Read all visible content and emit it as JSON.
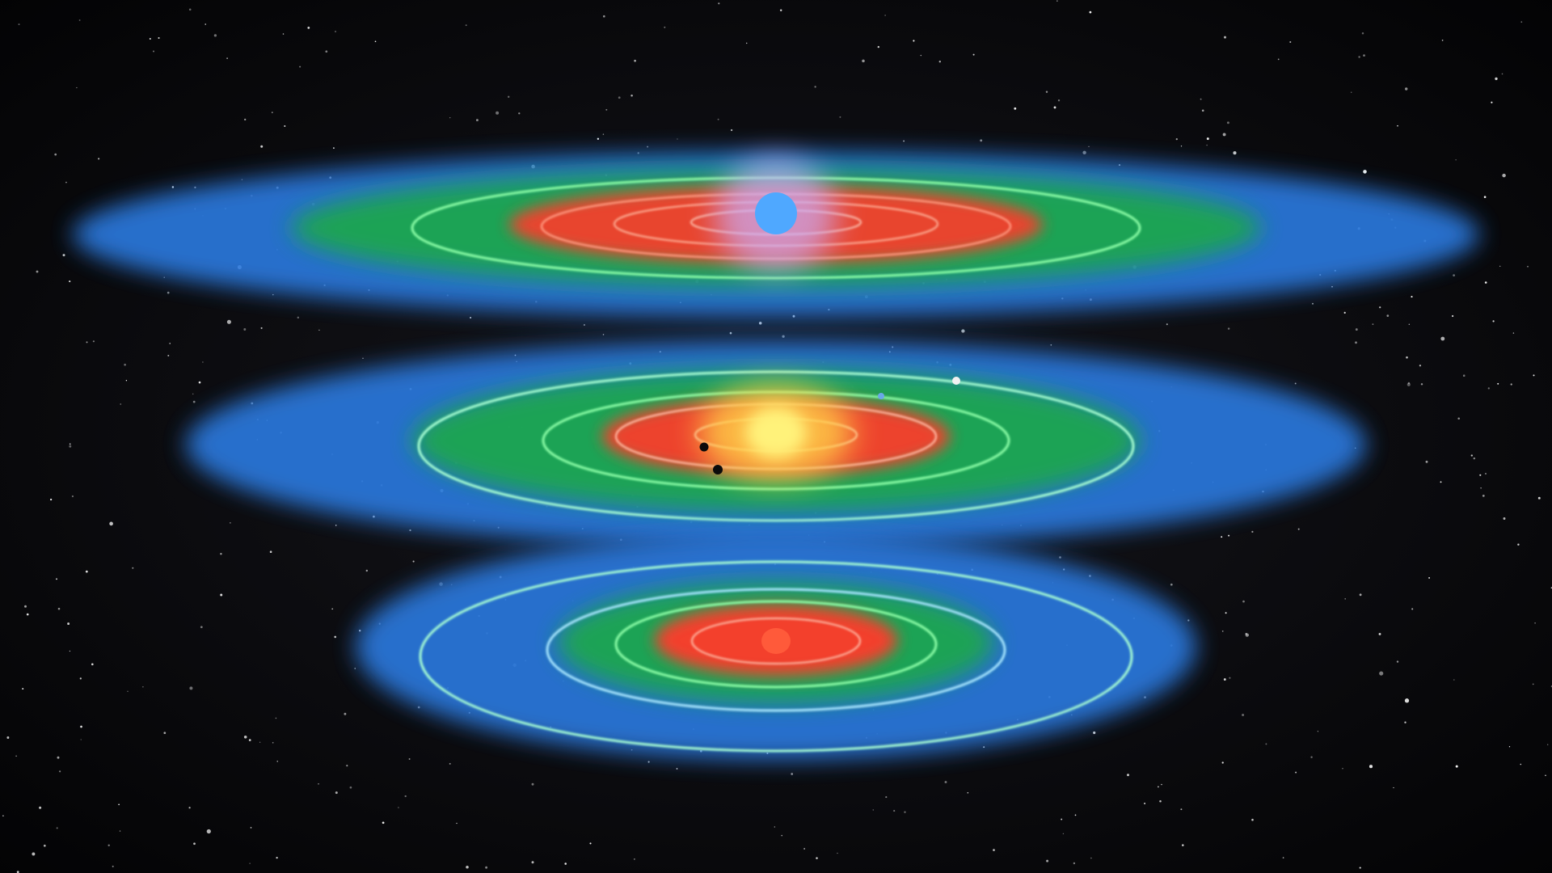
{
  "colors": {
    "space": "#050507",
    "too_hot_zone": "#ff3b2a",
    "habitable_zone": "#1fb254",
    "too_cold_zone": "#2e7de0",
    "orbit_line_warm": "#ff9a80",
    "orbit_line_habitable": "#8dffa8",
    "orbit_line_cold": "#a8e6ff",
    "hot_star": "#4fa8ff",
    "sun_like_star": "#fff27a",
    "cool_star": "#ff5a3a"
  },
  "systems": [
    {
      "star_type": "hot-star",
      "star_icon": "blue-star-icon",
      "planets": []
    },
    {
      "star_type": "sun-like-star",
      "star_icon": "yellow-star-icon",
      "planets": [
        "dark-planet-icon",
        "dark-planet-icon",
        "blue-planet-icon",
        "white-planet-icon"
      ]
    },
    {
      "star_type": "cool-star",
      "star_icon": "red-star-icon",
      "planets": []
    }
  ]
}
